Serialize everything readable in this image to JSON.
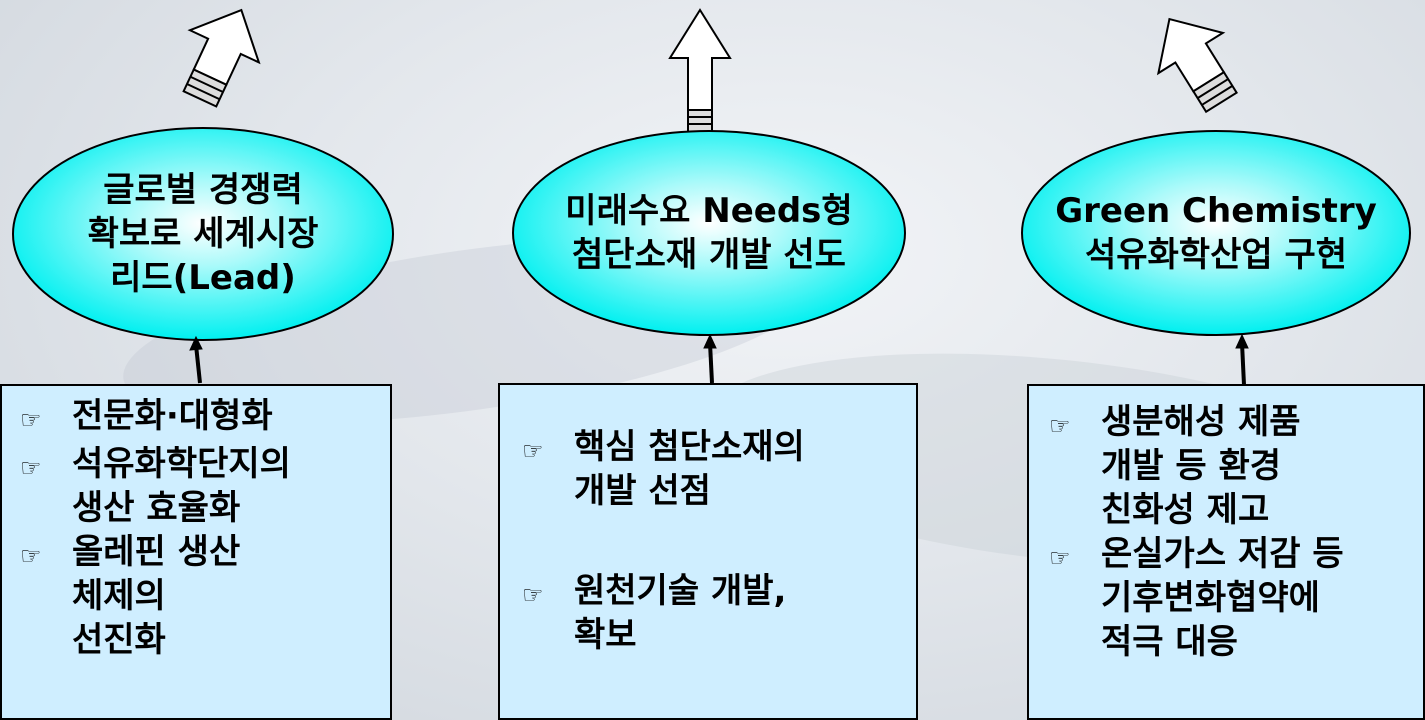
{
  "columns": [
    {
      "goal": "글로벌 경쟁력\n확보로 세계시장\n리드(Lead)",
      "items": [
        {
          "icon": "pointing-hand-icon",
          "text": "전문화·대형화"
        },
        {
          "icon": "pointing-hand-icon",
          "text": "석유화학단지의\n 생산 효율화"
        },
        {
          "icon": "pointing-hand-icon",
          "text": "올레핀 생산\n체제의\n선진화"
        }
      ]
    },
    {
      "goal": "미래수요 Needs형\n첨단소재 개발 선도",
      "items": [
        {
          "icon": "pointing-hand-icon",
          "text": "핵심 첨단소재의\n 개발 선점"
        },
        {
          "icon": "pointing-hand-icon",
          "text": "원천기술 개발,\n확보"
        }
      ]
    },
    {
      "goal": "Green Chemistry\n석유화학산업 구현",
      "items": [
        {
          "icon": "pointing-hand-icon",
          "text": "생분해성 제품\n 개발 등 환경\n 친화성 제고"
        },
        {
          "icon": "pointing-hand-icon",
          "text": "온실가스 저감 등\n 기후변화협약에\n 적극 대응"
        }
      ]
    }
  ],
  "colors": {
    "box_fill": "#cfeeff",
    "ellipse_fill": "#00f0f0",
    "arrow_fill": "#ffffff",
    "stroke": "#000000"
  },
  "hand_glyph": "☞"
}
